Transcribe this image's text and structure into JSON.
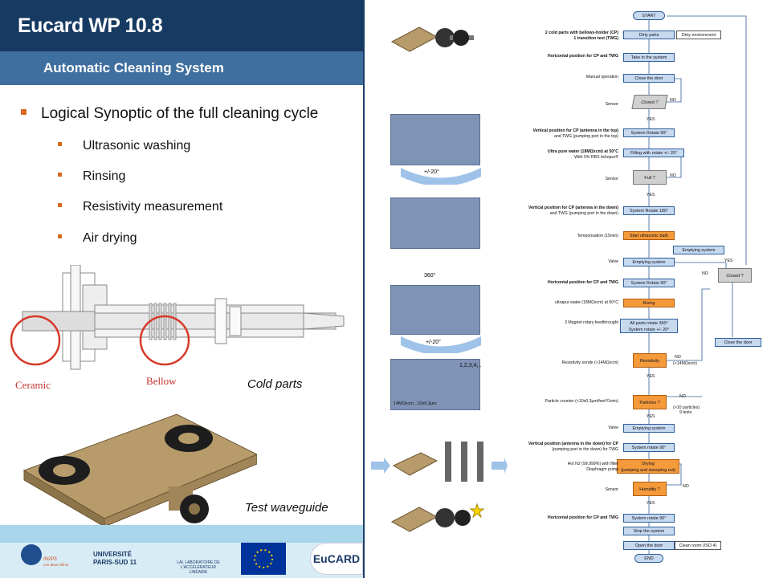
{
  "slide": {
    "title": "Eucard WP 10.8",
    "subtitle": "Automatic Cleaning System"
  },
  "bullets": {
    "main": "Logical Synoptic of the full cleaning cycle",
    "subs": [
      "Ultrasonic washing",
      "Rinsing",
      "Resistivity measurement",
      "Air drying"
    ]
  },
  "figure_labels": {
    "ceramic": "Ceramic",
    "bellow": "Bellow",
    "cold_parts": "Cold parts",
    "test_waveguide": "Test waveguide"
  },
  "footer": {
    "cnrs_text": "IN2P3",
    "cnrs_sub": "Les deux infinis",
    "logos": [
      "CNRS",
      "UNIVERSITÉ PARIS-SUD 11",
      "LAL LABORATOIRE DE L'ACCÉLÉRATEUR LINÉAIRE",
      "EU",
      "EuCARD"
    ]
  },
  "flowchart": {
    "boxes": {
      "start": "START",
      "dirty_parts": "Dirty parts",
      "dirty_env": "Dirty environment",
      "take_in": "Take in the system",
      "close_door": "Close the door",
      "closed_q": "Closed ?",
      "rotate90_a": "System Rotate 90°",
      "filling": "Filling with rotate +/- 20°",
      "full_q": "Full ?",
      "rotate180": "System Rotate 180°",
      "ultrasonic": "Start ultrasonic bath",
      "emptying_a": "Emptying system",
      "emptying_right": "Emptying system",
      "closed_q2": "Closed ?",
      "close_door2": "Close the door",
      "rotate90_b": "System Rotate 90°",
      "rising": "Rising",
      "all_parts": "All parts rotate 360°",
      "all_parts2": "System rotate +/- 20°",
      "resistivity": "Resistivity",
      "particles": "Particles ?",
      "emptying_b": "Emptying system",
      "rotate90_c": "System rotate 90°",
      "drying": "Drying",
      "drying2": "(pumping and sweeping out)",
      "humidity": "Humidity ?",
      "rotate90_d": "System rotate 90°",
      "stop": "Stop the system",
      "open_door": "Open the door",
      "clean_room": "Clean room (ISO 4)",
      "end": "END"
    },
    "yes": "YES",
    "no": "NO",
    "res_no_note": "(<14MΩxcm)",
    "part_no_note": "(>10 particles)",
    "part_no_note2": "9 tests",
    "notes": [
      {
        "k": "n1",
        "text": "2 cold parts with bellows-holder (CP)"
      },
      {
        "k": "n1b",
        "text": "1 transition test (TWG)"
      },
      {
        "k": "n2",
        "text": "Horizontal position for CP and TWG"
      },
      {
        "k": "n3",
        "text": "Manual operation"
      },
      {
        "k": "n4",
        "text": "Sensor"
      },
      {
        "k": "n5",
        "text": "Vertical position for CP (antenna in the top)"
      },
      {
        "k": "n5b",
        "text": "and TWG (pumping port in the top)"
      },
      {
        "k": "n6",
        "text": "Ultra pure water (18MΩxcm) at 50°C"
      },
      {
        "k": "n6b",
        "text": "With 5% RBS tickopur®"
      },
      {
        "k": "n7",
        "text": "Sensor"
      },
      {
        "k": "n8",
        "text": "Vertical position for CP (antenna in the down)"
      },
      {
        "k": "n8b",
        "text": "and TWG (pumping port in the down)"
      },
      {
        "k": "n9",
        "text": "Temporisation (15min)"
      },
      {
        "k": "n10",
        "text": "Valve"
      },
      {
        "k": "n11",
        "text": "Horizontal position for CP and TWG"
      },
      {
        "k": "n12",
        "text": "ultrapur water (18MΩxcm) at 50°C"
      },
      {
        "k": "n13",
        "text": "3 Magnet rotary feedthrought"
      },
      {
        "k": "n14",
        "text": "Resistivity sonde (>14MΩxcm)"
      },
      {
        "k": "n15",
        "text": "Particle counter (<10x0,3µm/feet³/1min)"
      },
      {
        "k": "n16",
        "text": "Valve"
      },
      {
        "k": "n17",
        "text": "Vertical position (antenna in the down) for CP"
      },
      {
        "k": "n17b",
        "text": "(pumping port in the down) for TWG"
      },
      {
        "k": "n18",
        "text": "Hot N2 (99,999%) with filter"
      },
      {
        "k": "n18b",
        "text": "Diaphragm pump"
      },
      {
        "k": "n19",
        "text": "Sensor"
      },
      {
        "k": "n20",
        "text": "Horizontal position for CP and TWG"
      }
    ]
  },
  "thumb_labels": {
    "rot20_a": "+/-20°",
    "deg360": "360°",
    "rot20_b": "+/-20°",
    "seq": "1,2,3,4,..",
    "resist": "14MΩxcm...10x0,3µm"
  }
}
